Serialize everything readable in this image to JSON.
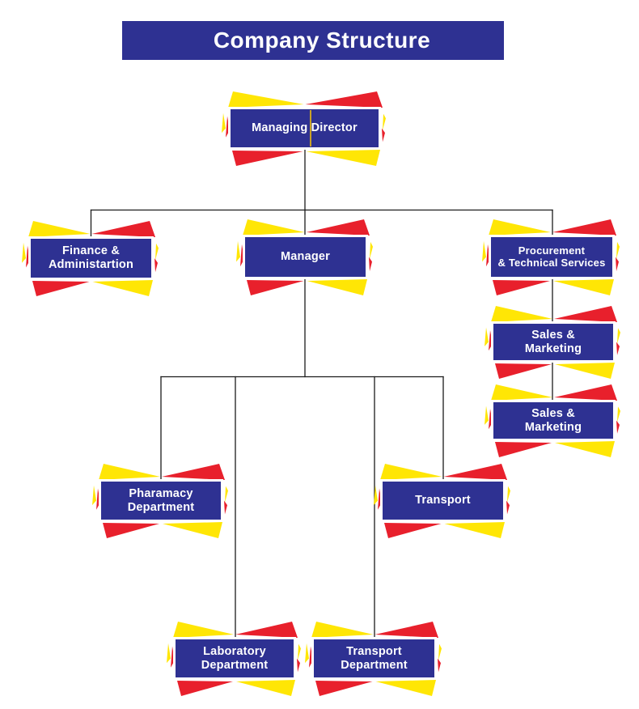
{
  "title": "Company Structure",
  "colors": {
    "navy": "#2e3192",
    "red": "#e8202c",
    "yellow": "#ffe605",
    "line": "#1b1b1b",
    "gold": "#c9a227",
    "text": "#ffffff",
    "background": "#ffffff"
  },
  "diagram": {
    "type": "org-chart",
    "nodes": [
      {
        "id": "managing-director",
        "lines": [
          "Managing Director"
        ],
        "parent": null
      },
      {
        "id": "finance-administartion",
        "lines": [
          "Finance &",
          "Administartion"
        ],
        "parent": "managing-director"
      },
      {
        "id": "manager",
        "lines": [
          "Manager"
        ],
        "parent": "managing-director"
      },
      {
        "id": "procurement-technical-services",
        "lines": [
          "Procurement",
          "& Technical Services"
        ],
        "parent": "managing-director"
      },
      {
        "id": "sales-marketing-1",
        "lines": [
          "Sales &",
          "Marketing"
        ],
        "parent": "procurement-technical-services"
      },
      {
        "id": "sales-marketing-2",
        "lines": [
          "Sales &",
          "Marketing"
        ],
        "parent": "sales-marketing-1"
      },
      {
        "id": "pharamacy-department",
        "lines": [
          "Pharamacy",
          "Department"
        ],
        "parent": "manager"
      },
      {
        "id": "laboratory-department",
        "lines": [
          "Laboratory",
          "Department"
        ],
        "parent": "manager"
      },
      {
        "id": "transport-department",
        "lines": [
          "Transport",
          "Department"
        ],
        "parent": "manager"
      },
      {
        "id": "transport",
        "lines": [
          "Transport"
        ],
        "parent": "manager"
      }
    ]
  }
}
